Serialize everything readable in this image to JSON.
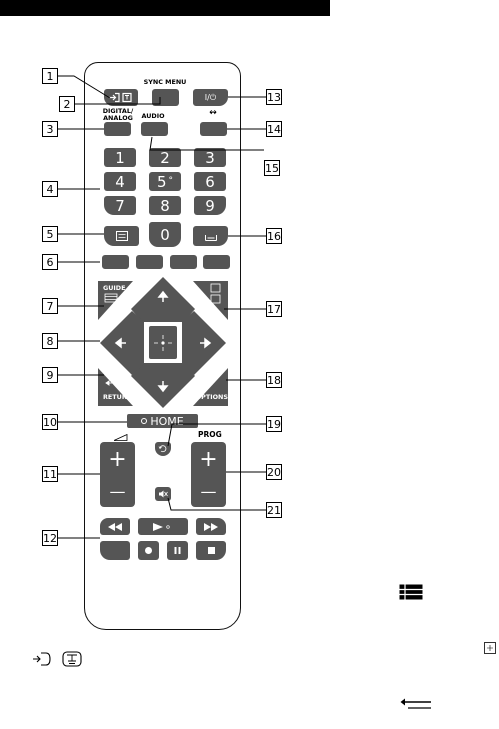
{
  "remote": {
    "sync_menu_label": "SYNC MENU",
    "digital_analog_label_line1": "DIGITAL/",
    "digital_analog_label_line2": "ANALOG",
    "audio_label": "AUDIO",
    "wide_label": "↭",
    "power_label": "I/⏻",
    "numbers": [
      "1",
      "2",
      "3",
      "4",
      "5",
      "6",
      "7",
      "8",
      "9",
      "0"
    ],
    "guide_label": "GUIDE",
    "return_label": "RETURN",
    "options_label": "OPTIONS",
    "home_label": "HOME",
    "prog_label": "PROG",
    "plus": "+",
    "minus": "—",
    "five_dot": "°"
  },
  "callouts": [
    "1",
    "2",
    "3",
    "4",
    "5",
    "6",
    "7",
    "8",
    "9",
    "10",
    "11",
    "12",
    "13",
    "14",
    "15",
    "16",
    "17",
    "18",
    "19",
    "20",
    "21"
  ],
  "icons": [
    "input-icon",
    "hold-icon",
    "input-icon-footer",
    "hold-icon-footer",
    "guide-icon-margin",
    "center-dot-icon-margin",
    "return-icon-margin"
  ],
  "colors": {
    "button": "#555555",
    "outline": "#111111"
  }
}
